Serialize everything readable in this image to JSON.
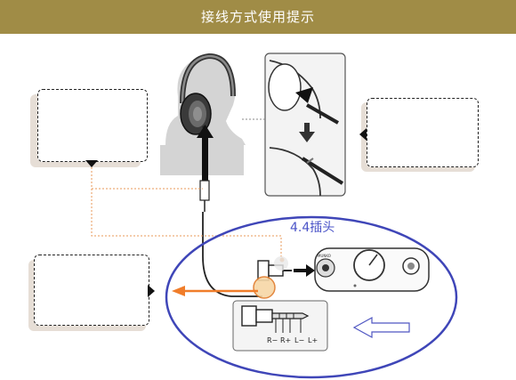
{
  "header": {
    "title": "接线方式使用提示"
  },
  "labels": {
    "plug_type": "4.4插头",
    "device_brand": "MUNKO"
  },
  "pins": [
    "R−",
    "R+",
    "L−",
    "L+"
  ],
  "colors": {
    "header_bg": "#a08c46",
    "ellipse_stroke": "#3f46b8",
    "orange_arrow": "#f07d2a",
    "orange_dotted": "#e89a5a",
    "plug_label": "#4b54c8",
    "callout_shadow": "#e6ded6",
    "photo_bg": "#d9d9d9"
  },
  "icons": [
    "headphones-icon",
    "head-silhouette-icon",
    "jack-plug-icon",
    "amplifier-icon",
    "hollow-arrow-icon",
    "down-arrow-icon"
  ]
}
